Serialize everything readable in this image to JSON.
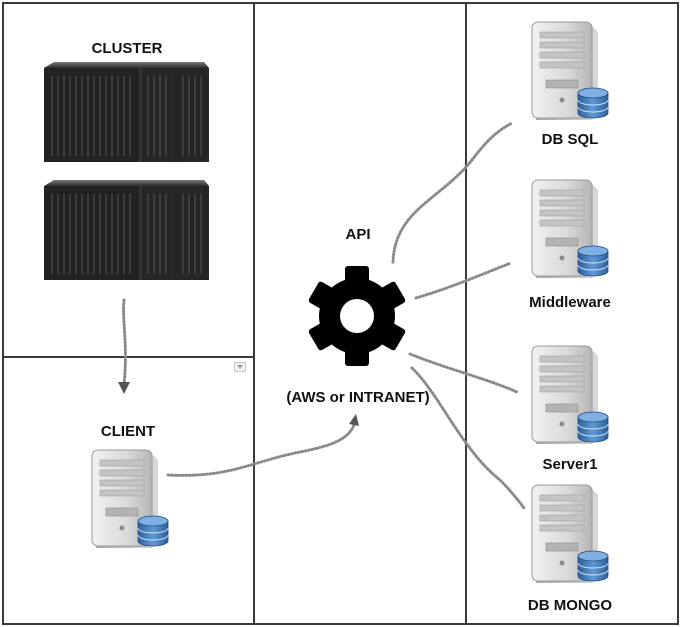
{
  "labels": {
    "cluster": "CLUSTER",
    "client": "CLIENT",
    "api": "API",
    "api_note": "(AWS or INTRANET)",
    "db_sql": "DB SQL",
    "middleware": "Middleware",
    "server1": "Server1",
    "db_mongo": "DB MONGO"
  },
  "icons": {
    "cluster_rack": "server-rack-icon",
    "server": "server-with-database-icon",
    "api": "gear-icon"
  },
  "colors": {
    "border": "#3a3a3a",
    "connector": "#8a8a8a",
    "gear": "#000000",
    "database": "#3f79b8"
  }
}
